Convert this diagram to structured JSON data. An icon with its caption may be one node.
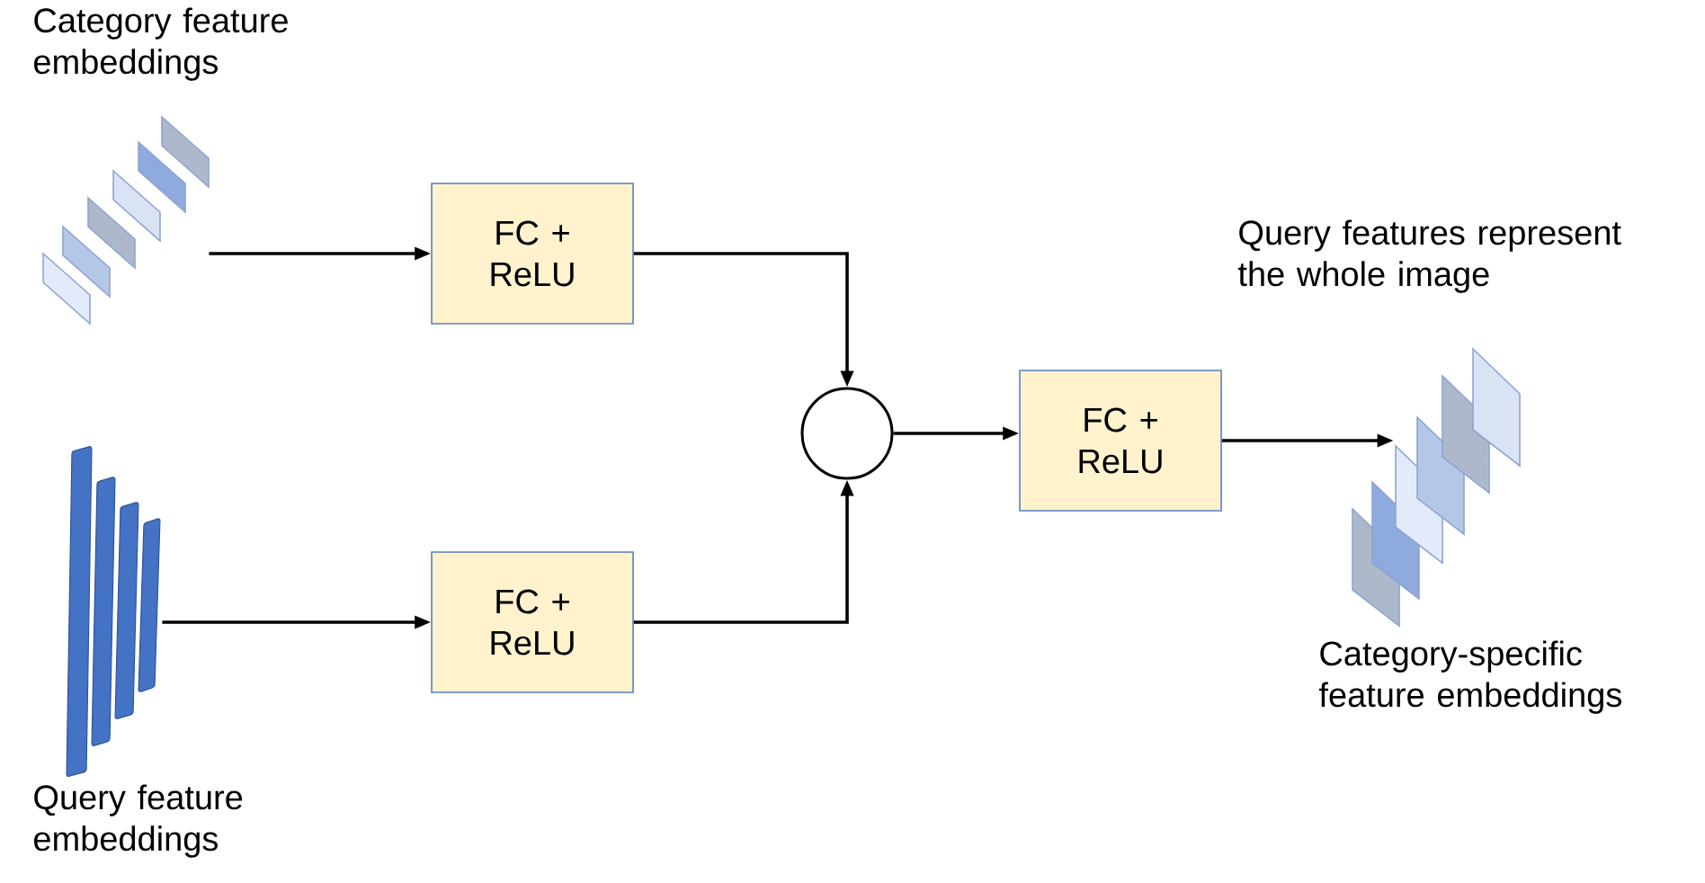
{
  "diagram": {
    "nodes": [
      {
        "text": [],
        "shape": "picture",
        "beside": [
          "Category feature embeddings"
        ]
      },
      {
        "text": [
          "FC + ReLU"
        ]
      },
      {
        "text": [],
        "shape": "picture",
        "beside": [
          "Query feature embeddings"
        ]
      },
      {
        "text": [
          "FC + ReLU"
        ]
      },
      {
        "text": [],
        "shape": "circle"
      },
      {
        "text": [
          "FC + ReLU"
        ]
      },
      {
        "text": [],
        "shape": "picture",
        "beside": [
          "Query features represent the whole image",
          "Category-specific feature embeddings"
        ]
      }
    ],
    "edges": [
      {
        "from": 0,
        "to": 1,
        "arrow": "to"
      },
      {
        "from": 2,
        "to": 3,
        "arrow": "to"
      },
      {
        "from": 1,
        "to": 4,
        "arrow": "to"
      },
      {
        "from": 3,
        "to": 4,
        "arrow": "to"
      },
      {
        "from": 4,
        "to": 5,
        "arrow": "to"
      },
      {
        "from": 5,
        "to": 6,
        "arrow": "to"
      }
    ]
  }
}
